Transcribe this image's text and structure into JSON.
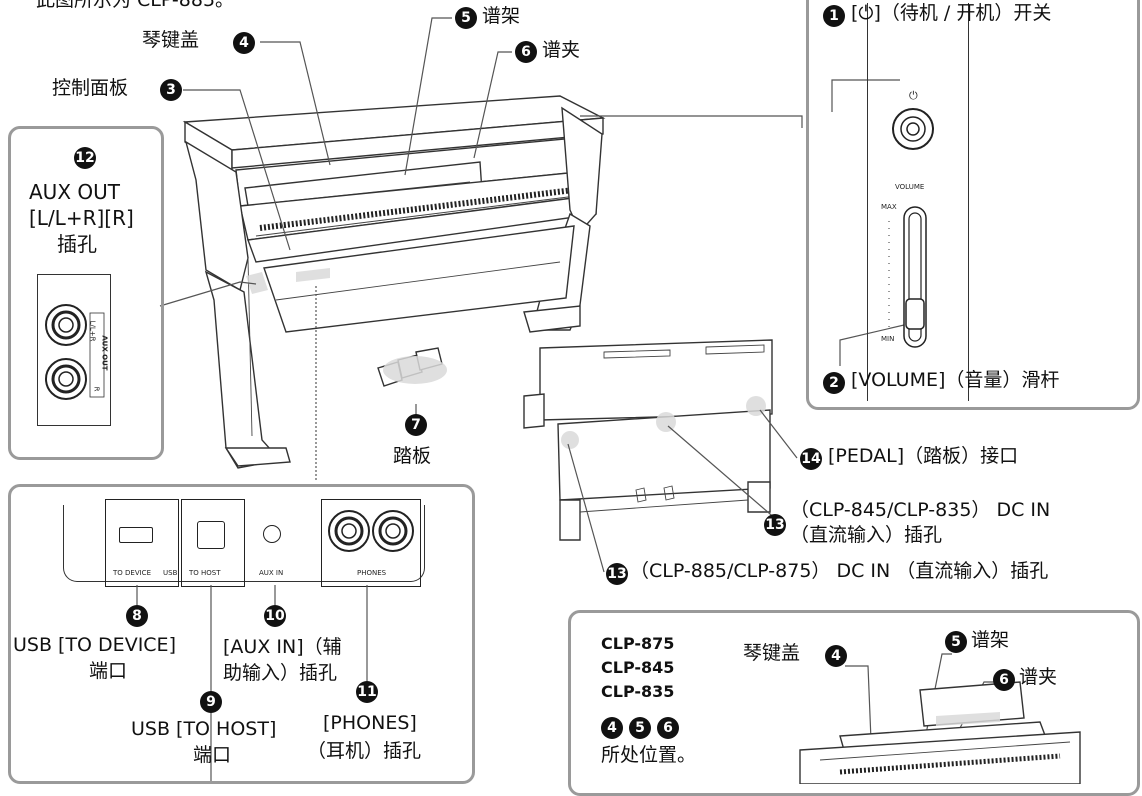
{
  "header": {
    "intro": "此图所示为 CLP-885。"
  },
  "callouts": {
    "c1": {
      "num": "1",
      "text": "[⏻]（待机 / 开机）开关"
    },
    "c2": {
      "num": "2",
      "text": "[VOLUME]（音量）滑杆"
    },
    "c3": {
      "num": "3",
      "text": "控制面板"
    },
    "c4": {
      "num": "4",
      "text": "琴键盖"
    },
    "c5": {
      "num": "5",
      "text": "谱架"
    },
    "c6": {
      "num": "6",
      "text": "谱夹"
    },
    "c7": {
      "num": "7",
      "text": "踏板"
    },
    "c8": {
      "num": "8",
      "line1": "USB [TO DEVICE]",
      "line2": "端口"
    },
    "c9": {
      "num": "9",
      "line1": "USB [TO HOST]",
      "line2": "端口"
    },
    "c10": {
      "num": "10",
      "line1": "[AUX IN]（辅",
      "line2": "助输入）插孔"
    },
    "c11": {
      "num": "11",
      "line1": "[PHONES]",
      "line2": "（耳机）插孔"
    },
    "c12": {
      "num": "12",
      "line1": "AUX OUT",
      "line2": "[L/L+R][R]",
      "line3": "插孔"
    },
    "c13a": {
      "num": "13",
      "line1": "（CLP-845/CLP-835） DC IN",
      "line2": "（直流输入）插孔"
    },
    "c13b": {
      "num": "13",
      "text": "（CLP-885/CLP-875） DC IN （直流输入）插孔"
    },
    "c14": {
      "num": "14",
      "text": "[PEDAL]（踏板）接口"
    }
  },
  "panel_labels": {
    "power_symbol": "⏻",
    "volume": "VOLUME",
    "max": "MAX",
    "min": "MIN",
    "to_device": "TO DEVICE",
    "usb": "USB",
    "to_host": "TO HOST",
    "aux_in": "AUX IN",
    "phones": "PHONES",
    "aux_out": "AUX OUT",
    "l_lr": "L/L+R",
    "r": "R"
  },
  "models_box": {
    "models": [
      "CLP-875",
      "CLP-845",
      "CLP-835"
    ],
    "nums": [
      "4",
      "5",
      "6"
    ],
    "position_text": "所处位置。",
    "lid_label": "琴键盖",
    "lid_num": "4",
    "stand_label": "谱架",
    "stand_num": "5",
    "clip_label": "谱夹",
    "clip_num": "6"
  }
}
